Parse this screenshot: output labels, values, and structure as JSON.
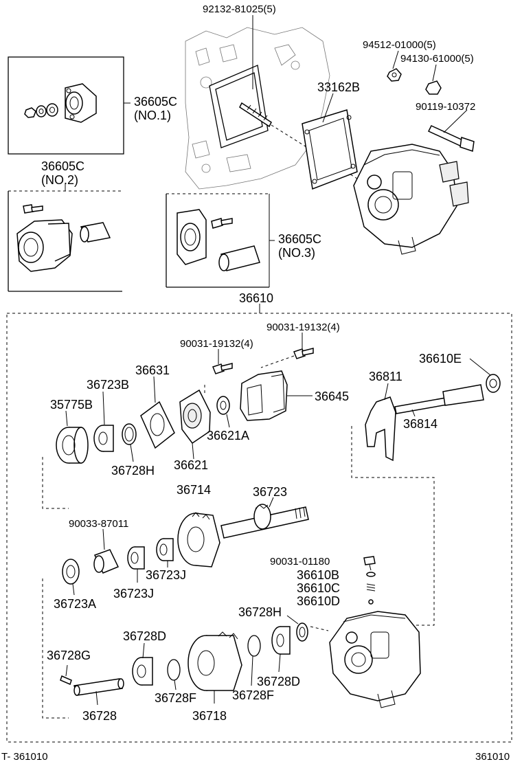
{
  "labels": {
    "p92132_81025": "92132-81025(5)",
    "p94512_01000": "94512-01000(5)",
    "p94130_61000": "94130-61000(5)",
    "p33162B": "33162B",
    "p90119_10372": "90119-10372",
    "p36605C_no1_num": "36605C",
    "p36605C_no1_sub": "(NO.1)",
    "p36605C_no2_num": "36605C",
    "p36605C_no2_sub": "(NO.2)",
    "p36605C_no3_num": "36605C",
    "p36605C_no3_sub": "(NO.3)",
    "p36610": "36610",
    "p90031_19132_a": "90031-19132(4)",
    "p90031_19132_b": "90031-19132(4)",
    "p36610E": "36610E",
    "p36631": "36631",
    "p36723B": "36723B",
    "p36645": "36645",
    "p36811": "36811",
    "p35775B": "35775B",
    "p36814": "36814",
    "p36621A": "36621A",
    "p36728H_a": "36728H",
    "p36621": "36621",
    "p36714": "36714",
    "p36723": "36723",
    "p90033_87011": "90033-87011",
    "p36723J_a": "36723J",
    "p36723J_b": "36723J",
    "p90031_01180": "90031-01180",
    "p36610B": "36610B",
    "p36610C": "36610C",
    "p36610D": "36610D",
    "p36723A": "36723A",
    "p36728H_b": "36728H",
    "p36728D_a": "36728D",
    "p36728G": "36728G",
    "p36728D_b": "36728D",
    "p36728F_a": "36728F",
    "p36728F_b": "36728F",
    "p36728": "36728",
    "p36718": "36718"
  },
  "footer": {
    "left_code": "T- 361010",
    "right_code": "361010"
  }
}
